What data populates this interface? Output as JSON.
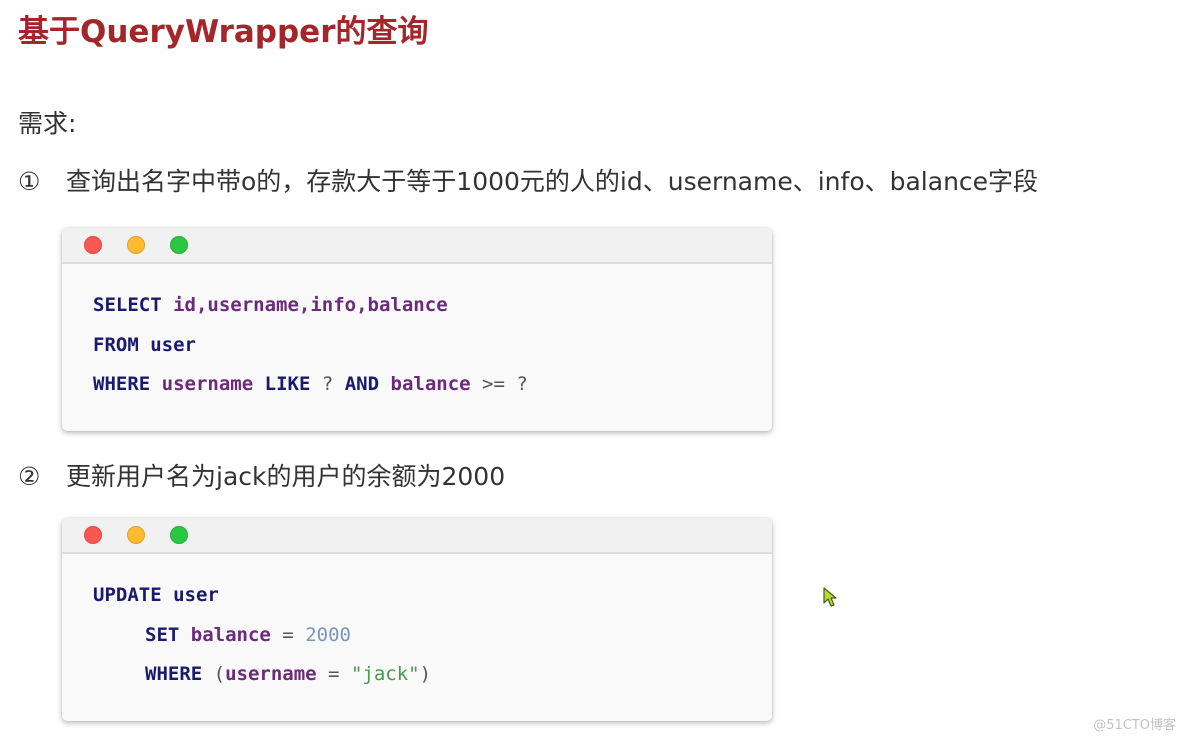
{
  "title": "基于QueryWrapper的查询",
  "requirements_label": "需求:",
  "items": [
    {
      "number": "①",
      "text": "查询出名字中带o的，存款大于等于1000元的人的id、username、info、balance字段",
      "code": {
        "lines": [
          [
            {
              "type": "kw",
              "text": "SELECT"
            },
            {
              "type": "sp",
              "text": " "
            },
            {
              "type": "id",
              "text": "id,username,info,balance"
            }
          ],
          [
            {
              "type": "kw",
              "text": "FROM user"
            }
          ],
          [
            {
              "type": "kw",
              "text": "WHERE"
            },
            {
              "type": "sp",
              "text": " "
            },
            {
              "type": "id",
              "text": "username"
            },
            {
              "type": "sp",
              "text": " "
            },
            {
              "type": "kw",
              "text": "LIKE"
            },
            {
              "type": "op",
              "text": " ? "
            },
            {
              "type": "kw",
              "text": "AND"
            },
            {
              "type": "sp",
              "text": " "
            },
            {
              "type": "id",
              "text": "balance"
            },
            {
              "type": "op",
              "text": " >= ?"
            }
          ]
        ]
      }
    },
    {
      "number": "②",
      "text": "更新用户名为jack的用户的余额为2000",
      "code": {
        "lines": [
          [
            {
              "type": "kw",
              "text": "UPDATE user"
            }
          ],
          [
            {
              "type": "indent",
              "text": ""
            },
            {
              "type": "kw",
              "text": "SET"
            },
            {
              "type": "sp",
              "text": " "
            },
            {
              "type": "id",
              "text": "balance"
            },
            {
              "type": "op",
              "text": " = "
            },
            {
              "type": "numlit",
              "text": "2000"
            }
          ],
          [
            {
              "type": "indent",
              "text": ""
            },
            {
              "type": "kw",
              "text": "WHERE"
            },
            {
              "type": "op",
              "text": " ("
            },
            {
              "type": "id",
              "text": "username"
            },
            {
              "type": "op",
              "text": " = "
            },
            {
              "type": "str",
              "text": "\"jack\""
            },
            {
              "type": "op",
              "text": ")"
            }
          ]
        ]
      }
    }
  ],
  "window_controls": {
    "close_color": "#fc5753",
    "minimize_color": "#fdbc2e",
    "maximize_color": "#28c840"
  },
  "colors": {
    "title": "#a3262a",
    "keyword": "#1b1b6e",
    "identifier": "#6b2a7a",
    "number": "#7c96b8",
    "string": "#4a9a4a"
  },
  "watermark": "@51CTO博客"
}
